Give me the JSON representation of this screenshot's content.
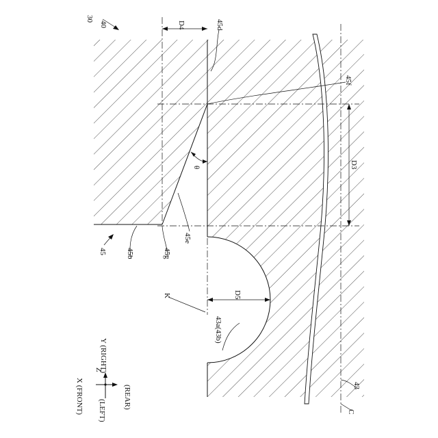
{
  "figure": {
    "labels": {
      "fig_ref_30": "30",
      "fig_ref_40": "40",
      "d4": "D4",
      "ref_45d": "45d",
      "ref_45f": "45f",
      "d3": "D3",
      "theta": "θ",
      "ref_45": "45",
      "ref_45b": "45b",
      "ref_45g": "45g",
      "ref_45e": "45e",
      "k": "K",
      "d5": "D5",
      "ref_43a43b": "43a(43b)",
      "ref_43": "43",
      "c": "C",
      "axis_x": "X (FRONT)",
      "axis_y": "Y (RIGHT)",
      "axis_z": "Z",
      "axis_left": "(LEFT)",
      "axis_rear": "(REAR)"
    }
  }
}
